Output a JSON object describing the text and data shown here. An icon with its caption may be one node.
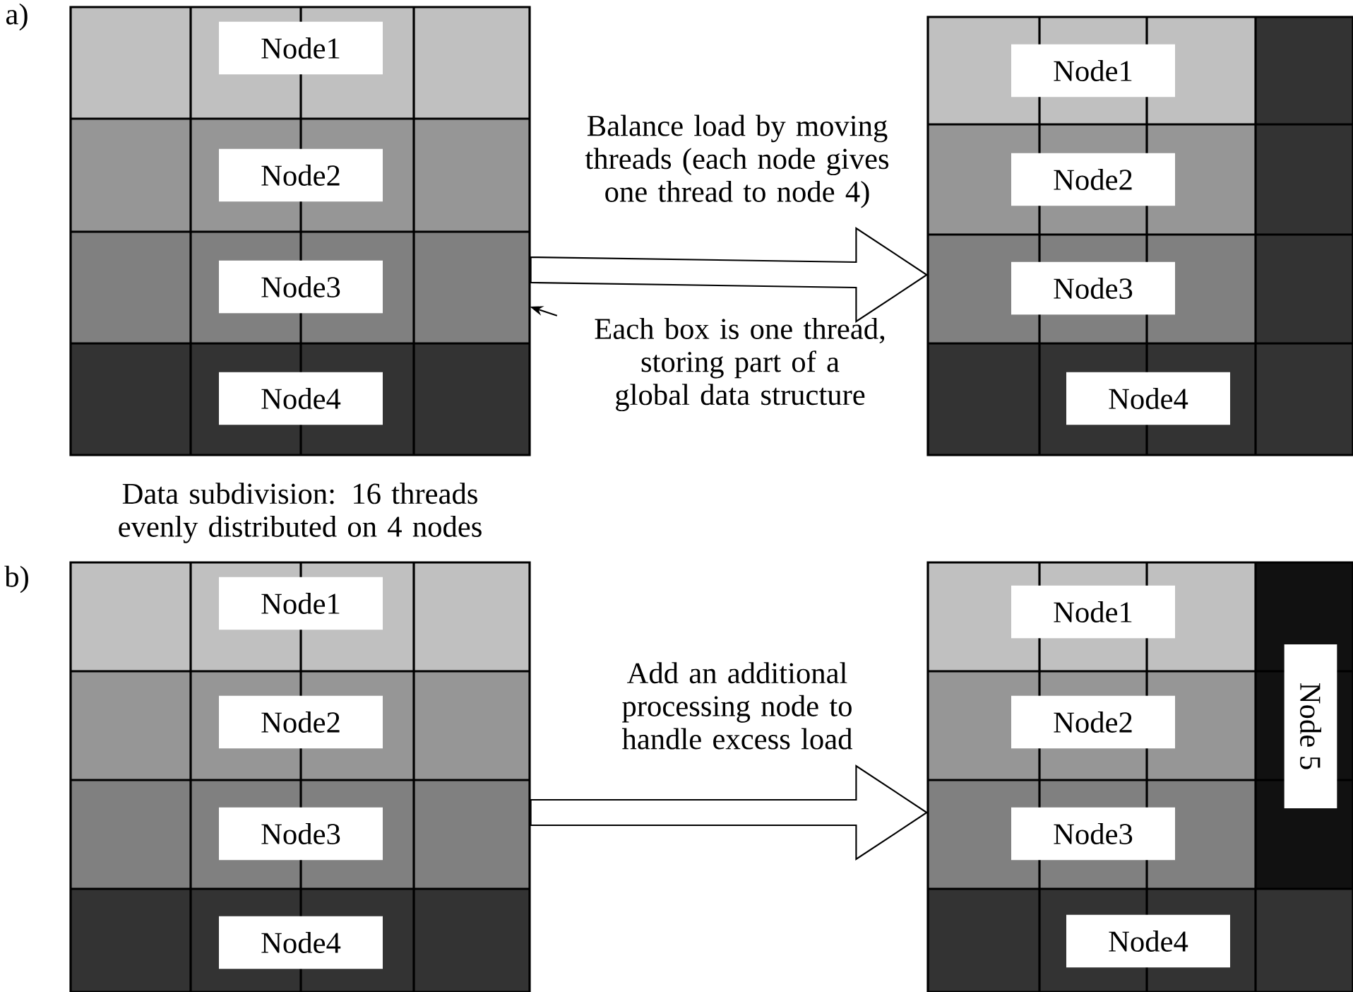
{
  "diagram": {
    "nodes": [
      {
        "text": [],
        "shape": "box",
        "beside": [
          "Data subdivision: 16 threads evenly distributed on 4 nodes"
        ]
      },
      {
        "text": [
          "Node1"
        ],
        "in": 0
      },
      {
        "text": [
          "Node2"
        ],
        "in": 0
      },
      {
        "text": [
          "Node3"
        ],
        "in": 0
      },
      {
        "text": [
          "Node4"
        ],
        "in": 0
      },
      {
        "text": [],
        "shape": "box"
      },
      {
        "text": [
          "Node1"
        ],
        "in": 5
      },
      {
        "text": [
          "Node2"
        ],
        "in": 5
      },
      {
        "text": [
          "Node3"
        ],
        "in": 5
      },
      {
        "text": [
          "Node4"
        ],
        "in": 5
      },
      {
        "text": [
          "Each box is one thread, storing part of a global data structure"
        ]
      },
      {
        "text": [],
        "shape": "box"
      },
      {
        "text": [
          "Node1"
        ],
        "in": 11
      },
      {
        "text": [
          "Node2"
        ],
        "in": 11
      },
      {
        "text": [
          "Node3"
        ],
        "in": 11
      },
      {
        "text": [
          "Node4"
        ],
        "in": 11
      },
      {
        "text": [],
        "shape": "box"
      },
      {
        "text": [
          "Node1"
        ],
        "in": 16
      },
      {
        "text": [
          "Node2"
        ],
        "in": 16
      },
      {
        "text": [
          "Node3"
        ],
        "in": 16
      },
      {
        "text": [
          "Node4"
        ],
        "in": 16
      },
      {
        "text": [
          "Node 5"
        ],
        "in": 16
      },
      {
        "text": [],
        "shape": "box",
        "in": 0
      }
    ],
    "edges": [
      {
        "from": 0,
        "to": 5,
        "arrow": "to",
        "label": "Balance load by moving threads (each node gives one thread to node 4)"
      },
      {
        "from": 10,
        "to": 22,
        "arrow": "to"
      },
      {
        "from": 11,
        "to": 16,
        "arrow": "to",
        "label": "Add an additional processing node to handle excess load"
      }
    ],
    "labels": [
      "a)",
      "b)"
    ]
  }
}
